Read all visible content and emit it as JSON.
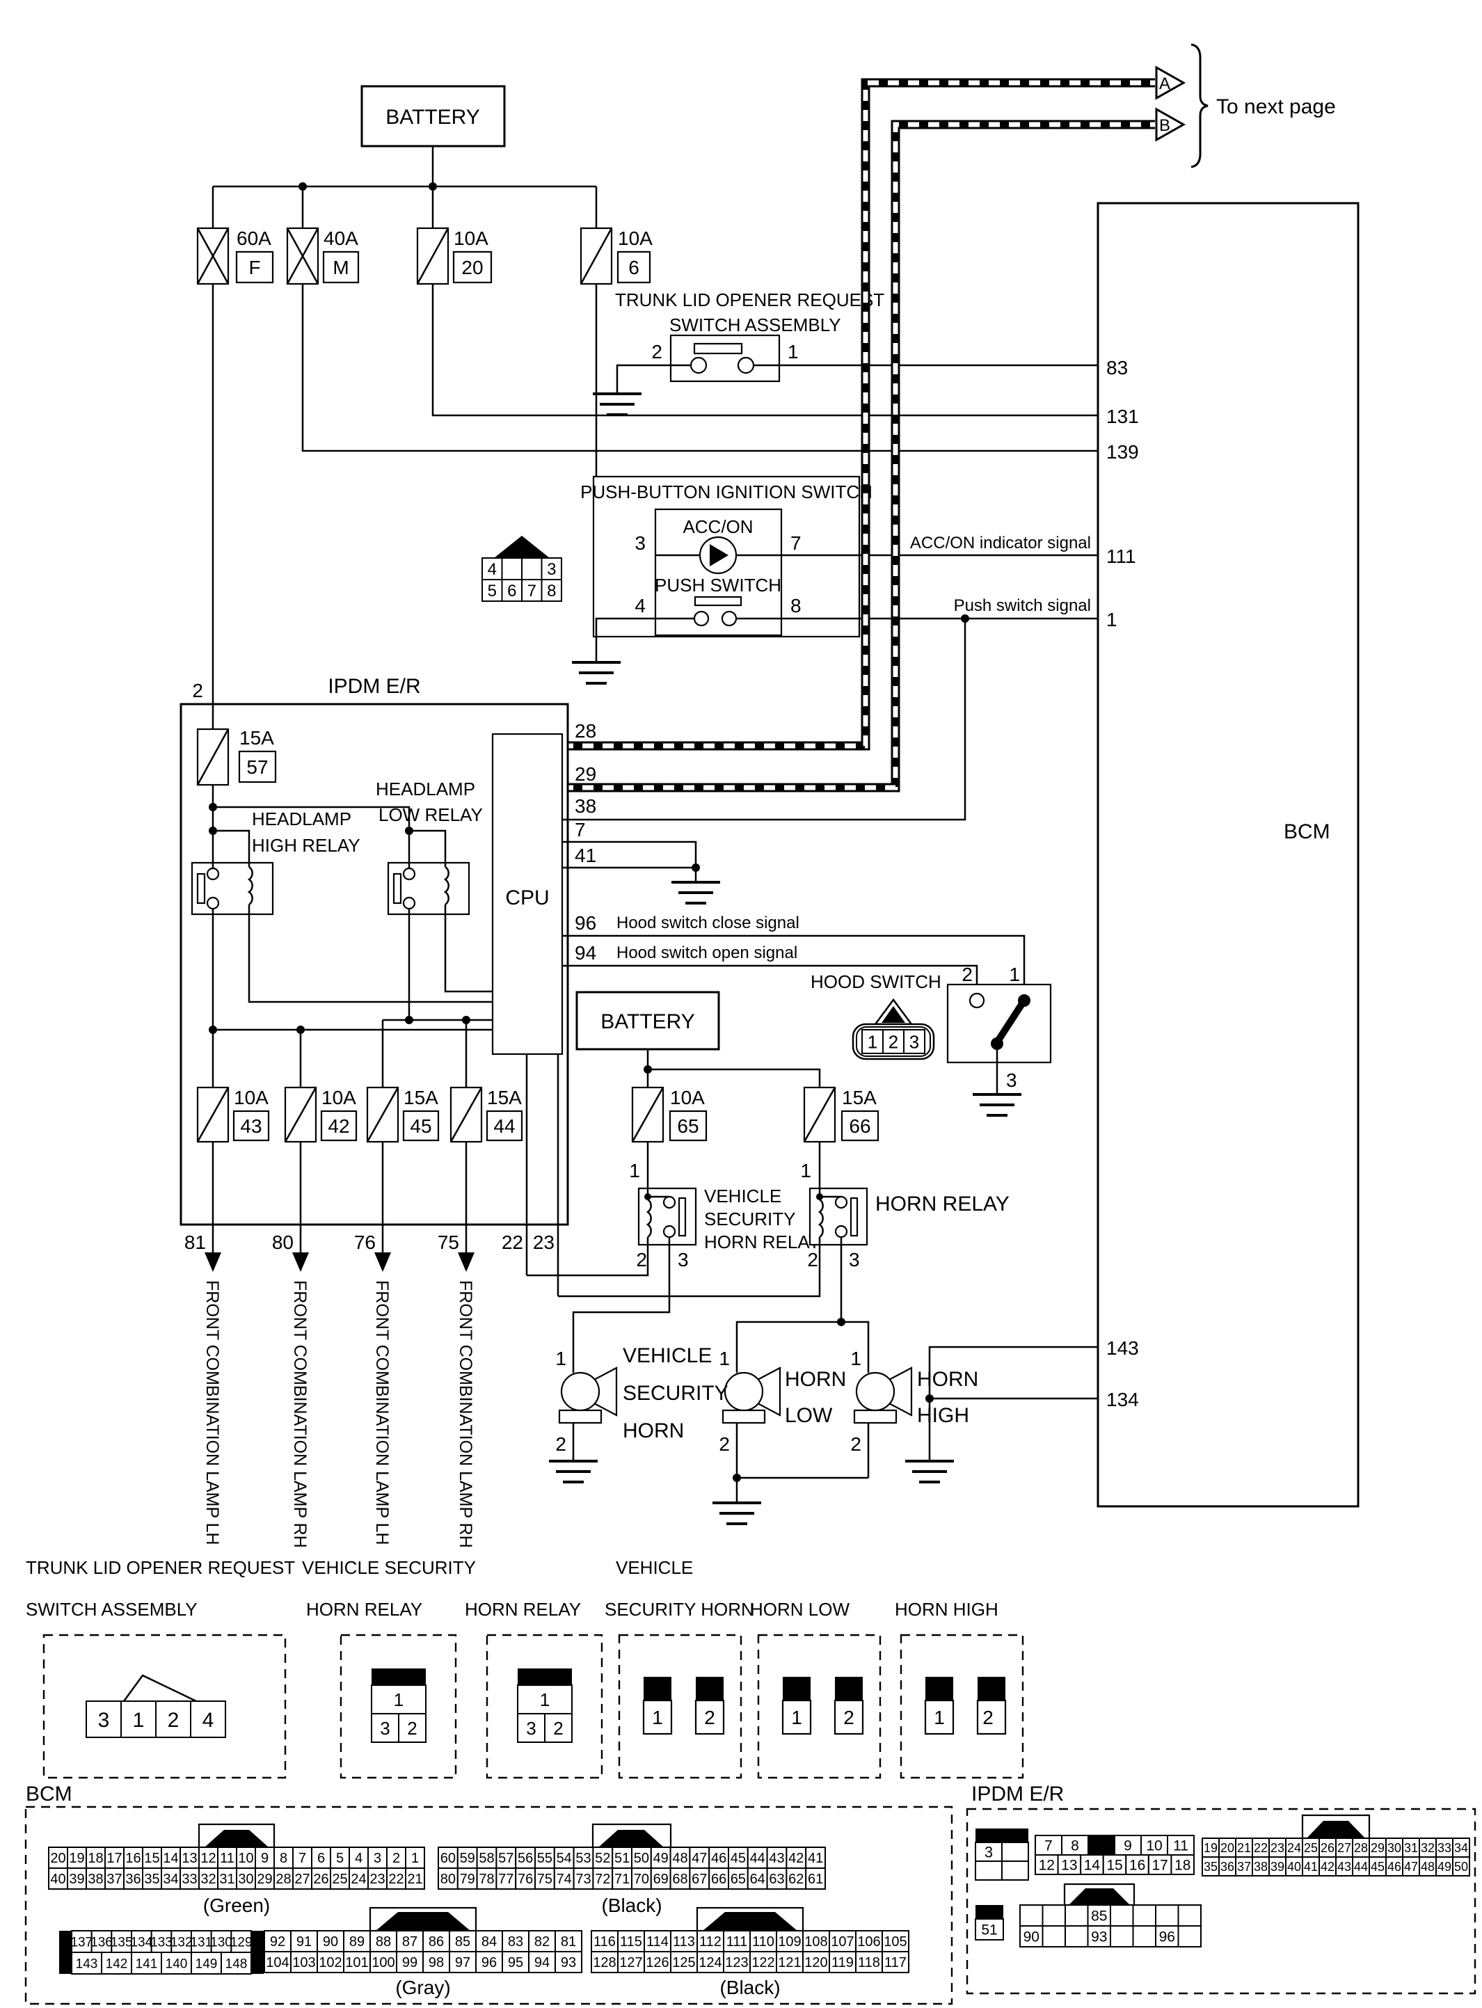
{
  "labels": {
    "battery_top": "BATTERY",
    "battery_mid": "BATTERY",
    "to_next_page": "To next page",
    "arrow_a": "A",
    "arrow_b": "B",
    "ipdm_title": "IPDM E/R",
    "cpu": "CPU",
    "bcm": "BCM",
    "trunk_line1": "TRUNK LID OPENER REQUEST",
    "trunk_line2": "SWITCH ASSEMBLY",
    "ign_title": "PUSH-BUTTON IGNITION SWITCH",
    "acc_on": "ACC/ON",
    "push_switch": "PUSH SWITCH",
    "acc_signal": "ACC/ON indicator signal",
    "push_signal": "Push switch signal",
    "headlamp_low_1": "HEADLAMP",
    "headlamp_low_2": "LOW RELAY",
    "headlamp_high_1": "HEADLAMP",
    "headlamp_high_2": "HIGH RELAY",
    "hood_close": "Hood switch close signal",
    "hood_open": "Hood switch open signal",
    "hood_switch": "HOOD SWITCH",
    "vsh_relay_1": "VEHICLE",
    "vsh_relay_2": "SECURITY",
    "vsh_relay_3": "HORN RELAY",
    "horn_relay": "HORN RELAY",
    "vs_horn_1": "VEHICLE",
    "vs_horn_2": "SECURITY",
    "vs_horn_3": "HORN",
    "horn_low_1": "HORN",
    "horn_low_2": "LOW",
    "horn_high_1": "HORN",
    "horn_high_2": "HIGH",
    "lamp_lh1": "FRONT COMBINATION LAMP LH",
    "lamp_rh1": "FRONT COMBINATION LAMP RH",
    "lamp_lh2": "FRONT COMBINATION LAMP LH",
    "lamp_rh2": "FRONT COMBINATION LAMP RH"
  },
  "fuses": {
    "f60": {
      "a": "60A",
      "id": "F"
    },
    "f40": {
      "a": "40A",
      "id": "M"
    },
    "f20": {
      "a": "10A",
      "id": "20"
    },
    "f6": {
      "a": "10A",
      "id": "6"
    },
    "f57": {
      "a": "15A",
      "id": "57"
    },
    "f43": {
      "a": "10A",
      "id": "43"
    },
    "f42": {
      "a": "10A",
      "id": "42"
    },
    "f45": {
      "a": "15A",
      "id": "45"
    },
    "f44": {
      "a": "15A",
      "id": "44"
    },
    "f65": {
      "a": "10A",
      "id": "65"
    },
    "f66": {
      "a": "15A",
      "id": "66"
    }
  },
  "pins": {
    "ipdm_in": "2",
    "cpu28": "28",
    "cpu29": "29",
    "cpu38": "38",
    "cpu7": "7",
    "cpu41": "41",
    "cpu96": "96",
    "cpu94": "94",
    "out81": "81",
    "out80": "80",
    "out76": "76",
    "out75": "75",
    "out22": "22",
    "out23": "23",
    "trunk1": "1",
    "trunk2": "2",
    "ign3": "3",
    "ign7": "7",
    "ign4": "4",
    "ign8": "8",
    "hood1": "1",
    "hood2": "2",
    "hood3": "3",
    "fuse65_out": "1",
    "fuse66_out": "1",
    "vsh2": "2",
    "vsh3": "3",
    "horn2": "2",
    "horn3": "3",
    "vs_horn1": "1",
    "vs_horn2": "2",
    "low1": "1",
    "low2": "2",
    "high1": "1",
    "high2": "2",
    "bcm83": "83",
    "bcm131": "131",
    "bcm139": "139",
    "bcm111": "111",
    "bcm1": "1",
    "bcm143": "143",
    "bcm134": "134"
  },
  "bottom": {
    "trunk_h1": "TRUNK LID OPENER REQUEST",
    "trunk_h2": "SWITCH ASSEMBLY",
    "vsh_h1": "VEHICLE SECURITY",
    "vsh_h2": "HORN RELAY",
    "horn_relay_h": "HORN RELAY",
    "vs_horn_h1": "VEHICLE",
    "vs_horn_h2": "SECURITY HORN",
    "horn_low_h": "HORN LOW",
    "horn_high_h": "HORN HIGH",
    "bcm_h": "BCM",
    "ipdm_h": "IPDM E/R",
    "cap_green": "(Green)",
    "cap_black1": "(Black)",
    "cap_gray": "(Gray)",
    "cap_black2": "(Black)"
  },
  "grids": {
    "green": [
      [
        "20",
        "19",
        "18",
        "17",
        "16",
        "15",
        "14",
        "13",
        "12",
        "11",
        "10",
        "9",
        "8",
        "7",
        "6",
        "5",
        "4",
        "3",
        "2",
        "1"
      ],
      [
        "40",
        "39",
        "38",
        "37",
        "36",
        "35",
        "34",
        "33",
        "32",
        "31",
        "30",
        "29",
        "28",
        "27",
        "26",
        "25",
        "24",
        "23",
        "22",
        "21"
      ]
    ],
    "black1": [
      [
        "60",
        "59",
        "58",
        "57",
        "56",
        "55",
        "54",
        "53",
        "52",
        "51",
        "50",
        "49",
        "48",
        "47",
        "46",
        "45",
        "44",
        "43",
        "42",
        "41"
      ],
      [
        "80",
        "79",
        "78",
        "77",
        "76",
        "75",
        "74",
        "73",
        "72",
        "71",
        "70",
        "69",
        "68",
        "67",
        "66",
        "65",
        "64",
        "63",
        "62",
        "61"
      ]
    ],
    "g137": [
      [
        "137",
        "136",
        "135",
        "134",
        "133",
        "132",
        "131",
        "130",
        "129"
      ],
      [
        "143",
        "142",
        "141",
        "140",
        "149",
        "148"
      ]
    ],
    "gray": [
      [
        "92",
        "91",
        "90",
        "89",
        "88",
        "87",
        "86",
        "85",
        "84",
        "83",
        "82",
        "81"
      ],
      [
        "104",
        "103",
        "102",
        "101",
        "100",
        "99",
        "98",
        "97",
        "96",
        "95",
        "94",
        "93"
      ]
    ],
    "black2": [
      [
        "116",
        "115",
        "114",
        "113",
        "112",
        "111",
        "110",
        "109",
        "108",
        "107",
        "106",
        "105"
      ],
      [
        "128",
        "127",
        "126",
        "125",
        "124",
        "123",
        "122",
        "121",
        "120",
        "119",
        "118",
        "117"
      ]
    ],
    "ipdm_c1": [
      [
        "3",
        ""
      ],
      [
        "",
        ""
      ]
    ],
    "ipdm_c2": [
      [
        "7",
        "8",
        null,
        "9",
        "10",
        "11"
      ],
      [
        "12",
        "13",
        "14",
        "15",
        "16",
        "17",
        "18"
      ]
    ],
    "ipdm_c3": [
      [
        "19",
        "20",
        "21",
        "22",
        "23",
        "24",
        "25",
        "26",
        "27",
        "28",
        "29",
        "30",
        "31",
        "32",
        "33",
        "34"
      ],
      [
        "35",
        "36",
        "37",
        "38",
        "39",
        "40",
        "41",
        "42",
        "43",
        "44",
        "45",
        "46",
        "47",
        "48",
        "49",
        "50"
      ]
    ],
    "ipdm_51": [
      [
        "51"
      ]
    ],
    "ipdm_c5": [
      [
        "",
        "",
        "",
        "85",
        "",
        "",
        "",
        ""
      ],
      [
        "90",
        "",
        "",
        "93",
        "",
        "",
        "96",
        ""
      ]
    ],
    "trunk_conn": [
      [
        "3",
        "1",
        "2",
        "4"
      ]
    ],
    "relay_conn": [
      [
        "1"
      ],
      [
        "3",
        "2"
      ]
    ],
    "hood_conn": [
      [
        "1",
        "2",
        "3"
      ]
    ],
    "ign_conn": [
      [
        "4",
        "",
        "",
        "3"
      ],
      [
        "5",
        "6",
        "7",
        "8"
      ]
    ]
  }
}
